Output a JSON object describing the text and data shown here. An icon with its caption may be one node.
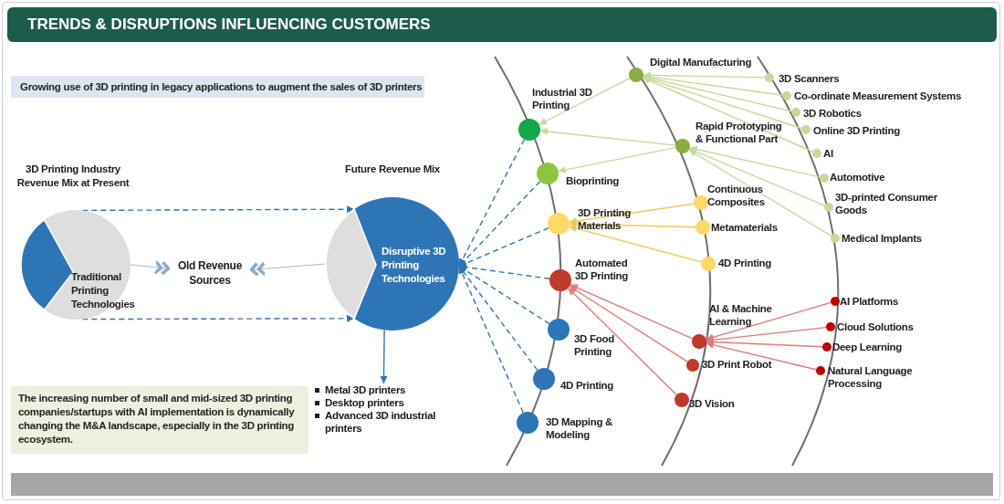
{
  "diagram": {
    "title": "TRENDS & DISRUPTIONS INFLUENCING CUSTOMERS",
    "nodes": [
      {
        "text": [
          "3D Printing Industry Revenue Mix at Present",
          "Traditional Printing Technologies"
        ]
      },
      {
        "text": [
          "Old Revenue Sources"
        ]
      },
      {
        "text": [
          "Future Revenue Mix",
          "Disruptive 3D Printing Technologies"
        ]
      },
      {
        "text": [
          "Metal 3D printers",
          "Desktop printers",
          "Advanced 3D industrial printers"
        ]
      },
      {
        "text": [
          "Industrial 3D Printing"
        ]
      },
      {
        "text": [
          "Bioprinting"
        ]
      },
      {
        "text": [
          "3D Printing Materials"
        ]
      },
      {
        "text": [
          "Automated 3D Printing"
        ]
      },
      {
        "text": [
          "3D Food Printing"
        ]
      },
      {
        "text": [
          "4D Printing"
        ]
      },
      {
        "text": [
          "3D Mapping & Modeling"
        ]
      },
      {
        "text": [
          "Digital Manufacturing"
        ]
      },
      {
        "text": [
          "Rapid Prototyping & Functional Part"
        ]
      },
      {
        "text": [
          "Continuous Composites"
        ]
      },
      {
        "text": [
          "Metamaterials"
        ]
      },
      {
        "text": [
          "4D Printing"
        ]
      },
      {
        "text": [
          "AI & Machine Learning"
        ]
      },
      {
        "text": [
          "3D Print Robot"
        ]
      },
      {
        "text": [
          "3D Vision"
        ]
      },
      {
        "text": [
          "3D Scanners"
        ]
      },
      {
        "text": [
          "Co-ordinate Measurement Systems"
        ]
      },
      {
        "text": [
          "3D Robotics"
        ]
      },
      {
        "text": [
          "Online 3D Printing"
        ]
      },
      {
        "text": [
          "AI"
        ]
      },
      {
        "text": [
          "Automotive"
        ]
      },
      {
        "text": [
          "3D-printed Consumer Goods"
        ]
      },
      {
        "text": [
          "Medical Implants"
        ]
      },
      {
        "text": [
          "AI Platforms"
        ]
      },
      {
        "text": [
          "Cloud Solutions"
        ]
      },
      {
        "text": [
          "Deep Learning"
        ]
      },
      {
        "text": [
          "Natural Language Processing"
        ]
      }
    ],
    "edges": [
      {
        "from": 0,
        "to": 2,
        "arrow": "to",
        "style": "dashed",
        "color": "#2e75b6"
      },
      {
        "from": 0,
        "to": 2,
        "arrow": "to",
        "style": "dashed",
        "color": "#2e75b6"
      },
      {
        "from": 0,
        "to": 1,
        "arrow": "to",
        "color": "#8fa9c9"
      },
      {
        "from": 2,
        "to": 1,
        "arrow": "to",
        "color": "#8fa9c9"
      },
      {
        "from": 2,
        "to": 3,
        "arrow": "to",
        "color": "#2e75b6"
      },
      {
        "from": 4,
        "to": 2,
        "arrow": "to",
        "style": "dashed",
        "color": "#2e75b6"
      },
      {
        "from": 5,
        "to": 2,
        "arrow": "to",
        "style": "dashed",
        "color": "#2e75b6"
      },
      {
        "from": 6,
        "to": 2,
        "arrow": "to",
        "style": "dashed",
        "color": "#2e75b6"
      },
      {
        "from": 7,
        "to": 2,
        "arrow": "to",
        "style": "dashed",
        "color": "#2e75b6"
      },
      {
        "from": 8,
        "to": 2,
        "arrow": "to",
        "style": "dashed",
        "color": "#2e75b6"
      },
      {
        "from": 9,
        "to": 2,
        "arrow": "to",
        "style": "dashed",
        "color": "#2e75b6"
      },
      {
        "from": 10,
        "to": 2,
        "arrow": "to",
        "style": "dashed",
        "color": "#2e75b6"
      },
      {
        "from": 11,
        "to": 4,
        "arrow": "to"
      },
      {
        "from": 12,
        "to": 4,
        "arrow": "to"
      },
      {
        "from": 12,
        "to": 5,
        "arrow": "to"
      },
      {
        "from": 19,
        "to": 11,
        "arrow": "to"
      },
      {
        "from": 20,
        "to": 11,
        "arrow": "to"
      },
      {
        "from": 21,
        "to": 11,
        "arrow": "to"
      },
      {
        "from": 22,
        "to": 11,
        "arrow": "to"
      },
      {
        "from": 23,
        "to": 11,
        "arrow": "to"
      },
      {
        "from": 24,
        "to": 12,
        "arrow": "to"
      },
      {
        "from": 25,
        "to": 12,
        "arrow": "to"
      },
      {
        "from": 26,
        "to": 12,
        "arrow": "to"
      },
      {
        "from": 13,
        "to": 6,
        "arrow": "to",
        "color": "#f0c85a"
      },
      {
        "from": 14,
        "to": 6,
        "arrow": "to",
        "color": "#f0c85a"
      },
      {
        "from": 15,
        "to": 6,
        "arrow": "to",
        "color": "#f0c85a"
      },
      {
        "from": 16,
        "to": 7,
        "arrow": "to",
        "color": "#e07b7b"
      },
      {
        "from": 17,
        "to": 7,
        "arrow": "to",
        "color": "#e07b7b"
      },
      {
        "from": 18,
        "to": 7,
        "arrow": "to",
        "color": "#e07b7b"
      },
      {
        "from": 27,
        "to": 16,
        "arrow": "to",
        "color": "#e07b7b"
      },
      {
        "from": 28,
        "to": 16,
        "arrow": "to",
        "color": "#e07b7b"
      },
      {
        "from": 29,
        "to": 16,
        "arrow": "to",
        "color": "#e07b7b"
      },
      {
        "from": 30,
        "to": 16,
        "arrow": "to",
        "color": "#e07b7b"
      }
    ],
    "labels": [
      "Growing use of 3D printing in legacy applications to augment the sales of 3D printers",
      "The increasing number of small and mid-sized 3D printing companies/startups with AI implementation is dynamically changing the M&A landscape, especially in the 3D printing ecosystem."
    ]
  }
}
